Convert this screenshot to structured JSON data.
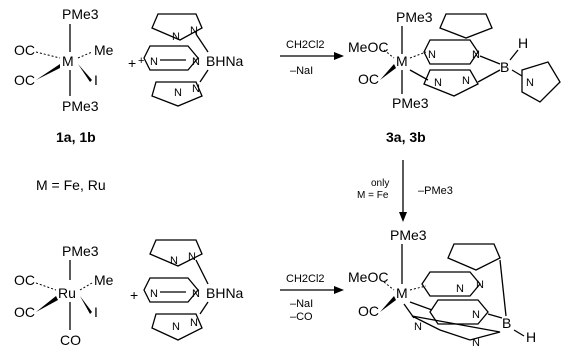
{
  "row1": {
    "complex1": {
      "top": "PMe3",
      "bottom": "PMe3",
      "left_top": "OC",
      "left_bottom": "OC",
      "metal": "M",
      "right_top": "Me",
      "right_bottom": "I"
    },
    "plus": "+",
    "reagent": {
      "boron": "BHNa",
      "plus_charge": "+",
      "ring_atom": "N"
    },
    "arrow_top": "CH2Cl2",
    "arrow_bottom": "–NaI",
    "product": {
      "top": "PMe3",
      "bottom": "PMe3",
      "acyl": "MeOC",
      "left_bottom": "OC",
      "metal": "M",
      "boron": "B",
      "h": "H",
      "ring_atom": "N"
    },
    "label_left": "1a, 1b",
    "label_right": "3a, 3b"
  },
  "metal_def": "M = Fe, Ru",
  "vertical_arrow": {
    "condition_line1": "only",
    "condition_line2": "M = Fe",
    "reagent": "–PMe3"
  },
  "vertical_product_top": "PMe3",
  "row2": {
    "complex1": {
      "top": "PMe3",
      "left_top": "OC",
      "left_bottom": "OC",
      "metal": "Ru",
      "right_top": "Me",
      "right_bottom": "I",
      "bottom": "CO"
    },
    "plus": "+",
    "reagent": {
      "boron": "BHNa",
      "ring_atom": "N"
    },
    "arrow_top": "CH2Cl2",
    "arrow_bottom1": "–NaI",
    "arrow_bottom2": "–CO",
    "product": {
      "acyl": "MeOC",
      "left_bottom": "OC",
      "metal": "M",
      "boron": "B",
      "h": "H",
      "ring_atom": "N"
    }
  }
}
